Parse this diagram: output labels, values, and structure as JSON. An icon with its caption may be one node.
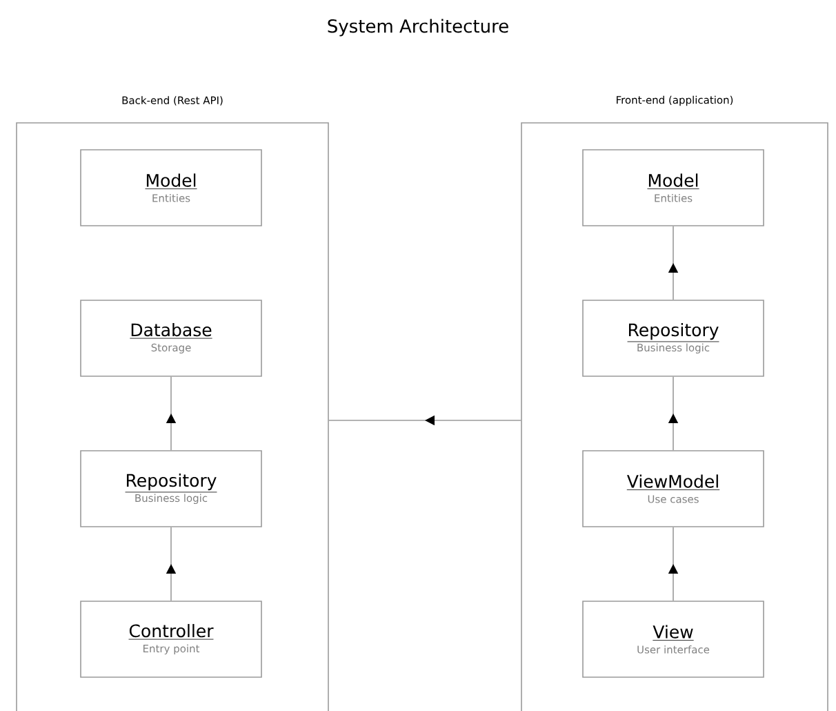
{
  "diagram": {
    "title": "System Architecture",
    "nodes": [
      {
        "text": [
          "Back-end (Rest API)"
        ]
      },
      {
        "text": [
          "Model",
          "Entities"
        ],
        "in": 0
      },
      {
        "text": [
          "Database",
          "Storage"
        ],
        "in": 0
      },
      {
        "text": [
          "Repository",
          "Business logic"
        ],
        "in": 0
      },
      {
        "text": [
          "Controller",
          "Entry point"
        ],
        "in": 0
      },
      {
        "text": [
          "Front-end (application)"
        ]
      },
      {
        "text": [
          "Model",
          "Entities"
        ],
        "in": 5
      },
      {
        "text": [
          "Repository",
          "Business logic"
        ],
        "in": 5
      },
      {
        "text": [
          "ViewModel",
          "Use cases"
        ],
        "in": 5
      },
      {
        "text": [
          "View",
          "User interface"
        ],
        "in": 5
      }
    ],
    "edges": [
      {
        "from": 4,
        "to": 3,
        "arrow": "to"
      },
      {
        "from": 3,
        "to": 2,
        "arrow": "to"
      },
      {
        "from": 9,
        "to": 8,
        "arrow": "to"
      },
      {
        "from": 8,
        "to": 7,
        "arrow": "to"
      },
      {
        "from": 7,
        "to": 6,
        "arrow": "to"
      },
      {
        "from": 5,
        "to": 0,
        "arrow": "to"
      }
    ]
  }
}
